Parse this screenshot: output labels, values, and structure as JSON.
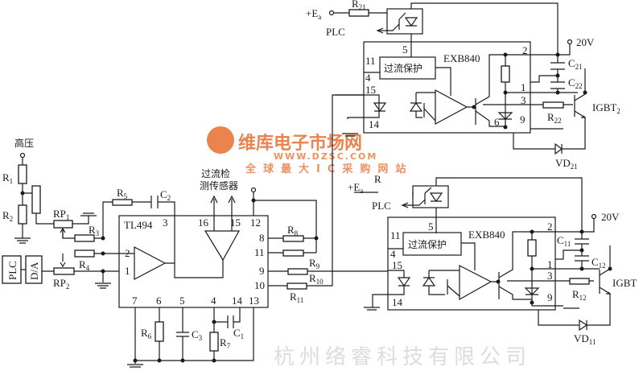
{
  "title_cn": "高压",
  "sensor_label": [
    "过流检",
    "测传感器"
  ],
  "chip_tl494": "TL494",
  "chip_exb840": "EXB840",
  "overcurrent_block": "过流保护",
  "plc": "PLC",
  "da": "D/A",
  "supply": "20V",
  "ea": {
    "base": "+E",
    "sub": "a"
  },
  "tl494_pins": {
    "p1": "1",
    "p2": "2",
    "p3": "3",
    "p4": "4",
    "p5": "5",
    "p6": "6",
    "p7": "7",
    "p8": "8",
    "p9": "9",
    "p10": "10",
    "p11": "11",
    "p12": "12",
    "p13": "13",
    "p14": "14",
    "p15": "15",
    "p16": "16"
  },
  "exb_pins": {
    "p1": "1",
    "p2": "2",
    "p3": "3",
    "p4": "4",
    "p5": "5",
    "p6": "6",
    "p9": "9",
    "p11": "11",
    "p14": "14",
    "p15": "15"
  },
  "components": {
    "R1": {
      "base": "R",
      "sub": "1"
    },
    "R2": {
      "base": "R",
      "sub": "2"
    },
    "R3": {
      "base": "R",
      "sub": "3"
    },
    "R4": {
      "base": "R",
      "sub": "4"
    },
    "R5": {
      "base": "R",
      "sub": "5"
    },
    "R6": {
      "base": "R",
      "sub": "6"
    },
    "R7": {
      "base": "R",
      "sub": "7"
    },
    "R8": {
      "base": "R",
      "sub": "8"
    },
    "R9": {
      "base": "R",
      "sub": "9"
    },
    "R10": {
      "base": "R",
      "sub": "10"
    },
    "R11": {
      "base": "R",
      "sub": "11"
    },
    "R12": {
      "base": "R",
      "sub": "12"
    },
    "R21": {
      "base": "R",
      "sub": "21"
    },
    "R22": {
      "base": "R",
      "sub": "22"
    },
    "R": {
      "base": "R",
      "sub": ""
    },
    "RP1": {
      "base": "RP",
      "sub": "1"
    },
    "RP2": {
      "base": "RP",
      "sub": "2"
    },
    "C1": {
      "base": "C",
      "sub": "1"
    },
    "C2": {
      "base": "C",
      "sub": "2"
    },
    "C3": {
      "base": "C",
      "sub": "3"
    },
    "C11": {
      "base": "C",
      "sub": "11"
    },
    "C12": {
      "base": "C",
      "sub": "12"
    },
    "C21": {
      "base": "C",
      "sub": "21"
    },
    "C22": {
      "base": "C",
      "sub": "22"
    },
    "VD11": {
      "base": "VD",
      "sub": "11"
    },
    "VD21": {
      "base": "VD",
      "sub": "21"
    },
    "IGBT": {
      "base": "IGBT",
      "sub": ""
    },
    "IGBT2": {
      "base": "IGBT",
      "sub": "2"
    },
    "E2": {
      "base": "+E",
      "sub": "a"
    }
  },
  "watermark": {
    "logo": "维库电子市场网",
    "url": "WWW.DZSC.COM",
    "slogan": "全球最大IC采购网站",
    "company": "杭州络睿科技有限公司"
  },
  "colors": {
    "line": "#1a1a1a",
    "watermark": "#e8763a"
  }
}
